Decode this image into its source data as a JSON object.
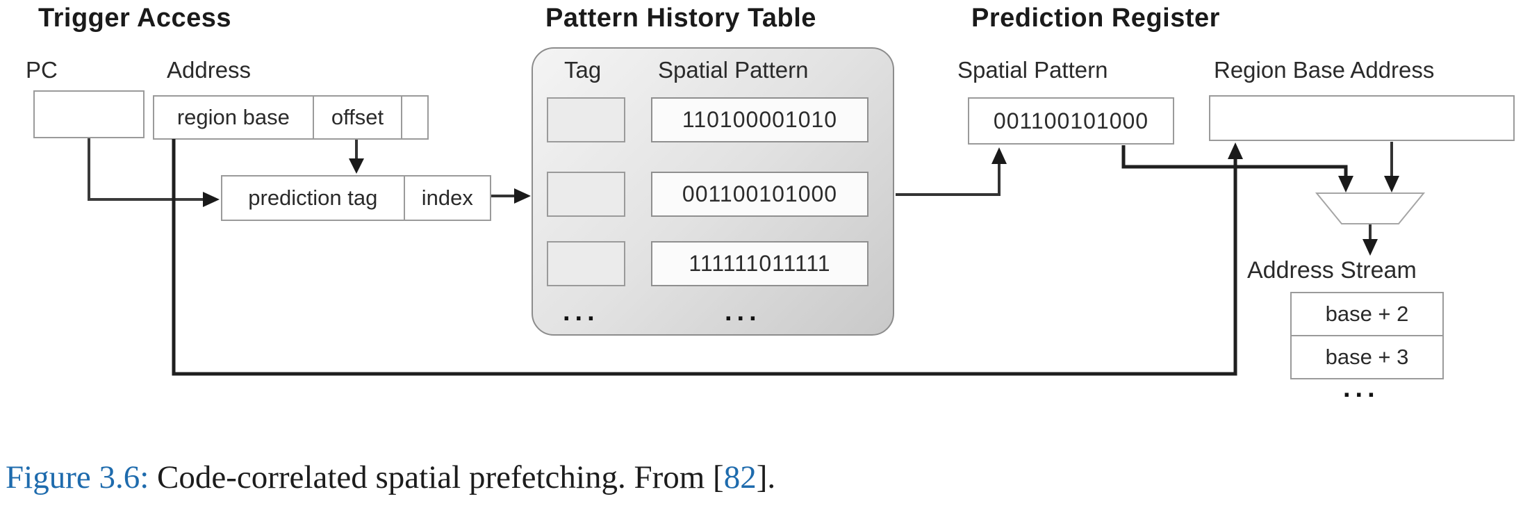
{
  "diagram": {
    "trigger_access": {
      "title": "Trigger Access",
      "pc_label": "PC",
      "address_label": "Address",
      "address_fields": {
        "region_base": "region base",
        "offset": "offset",
        "tail": ""
      },
      "prediction_fields": {
        "prediction_tag": "prediction tag",
        "index": "index"
      }
    },
    "pattern_history_table": {
      "title": "Pattern History Table",
      "col_tag": "Tag",
      "col_pattern": "Spatial Pattern",
      "rows": [
        {
          "tag": "",
          "pattern": "110100001010"
        },
        {
          "tag": "",
          "pattern": "001100101000"
        },
        {
          "tag": "",
          "pattern": "111111011111"
        }
      ],
      "ellipsis": "..."
    },
    "prediction_register": {
      "title": "Prediction Register",
      "spatial_pattern_label": "Spatial Pattern",
      "spatial_pattern_value": "001100101000",
      "region_base_address_label": "Region Base Address",
      "region_base_address_value": ""
    },
    "address_stream": {
      "label": "Address Stream",
      "items": [
        "base + 2",
        "base + 3"
      ],
      "ellipsis": "..."
    },
    "colors": {
      "wire": "#333333",
      "arrowhead": "#1a1a1a",
      "caption_link_blue": "#1e6bad"
    }
  },
  "caption": {
    "figure_label": "Figure 3.6:",
    "body": " Code-correlated spatial prefetching. From [",
    "citation": "82",
    "suffix": "]."
  }
}
